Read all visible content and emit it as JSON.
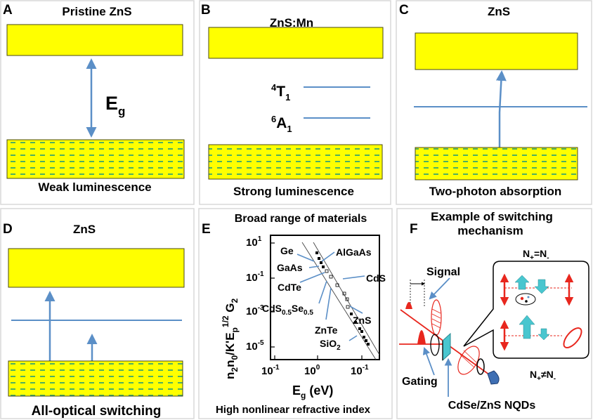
{
  "panels": {
    "A": {
      "letter": "A",
      "title": "Pristine ZnS",
      "gap_main": "E",
      "gap_sub": "g",
      "caption": "Weak luminescence"
    },
    "B": {
      "letter": "B",
      "title": "ZnS:Mn",
      "level1_sup": "4",
      "level1_main": "T",
      "level1_sub": "1",
      "level2_sup": "6",
      "level2_main": "A",
      "level2_sub": "1",
      "caption": "Strong luminescence"
    },
    "C": {
      "letter": "C",
      "title": "ZnS",
      "caption": "Two-photon absorption"
    },
    "D": {
      "letter": "D",
      "title": "ZnS",
      "caption": "All-optical switching"
    },
    "E": {
      "letter": "E",
      "title": "Broad range of materials",
      "caption": "High nonlinear refractive index",
      "ylabel_a": "n",
      "ylabel_a_sub": "2",
      "ylabel_b": "n",
      "ylabel_b_sub": "0",
      "ylabel_c": "/K'E",
      "ylabel_c_sub": "p",
      "ylabel_c_sup": "1/2",
      "ylabel_d": " G",
      "ylabel_d_sub": "2",
      "xlabel_main": "E",
      "xlabel_sub": "g",
      "xlabel_unit": " (eV)",
      "yticks": [
        {
          "base": "10",
          "exp": "1"
        },
        {
          "base": "10",
          "exp": "-1"
        },
        {
          "base": "10",
          "exp": "-3"
        },
        {
          "base": "10",
          "exp": "-5"
        }
      ],
      "xticks": [
        {
          "base": "10",
          "exp": "-1"
        },
        {
          "base": "10",
          "exp": "0"
        },
        {
          "base": "10",
          "exp": "-1"
        }
      ],
      "materials": {
        "ge": "Ge",
        "algaas": "AlGaAs",
        "gaas": "GaAs",
        "cds": "CdS",
        "cdte": "CdTe",
        "cdsse_a": "CdS",
        "cdsse_a_sub": "0.5",
        "cdsse_b": "Se",
        "cdsse_b_sub": "0.5",
        "zns": "ZnS",
        "znte": "ZnTe",
        "sio": "SiO",
        "sio_sub": "2"
      }
    },
    "F": {
      "letter": "F",
      "title_line1": "Example of switching",
      "title_line2": "mechanism",
      "eq_top_a": "N",
      "eq_top_a_sub": "+",
      "eq_top_b": "=N",
      "eq_top_b_sub": "-",
      "eq_bot_a": "N",
      "eq_bot_a_sub": "+",
      "eq_bot_b": "≠N",
      "eq_bot_b_sub": "-",
      "signal": "Signal",
      "gating": "Gating",
      "nqd": "CdSe/ZnS NQDs"
    }
  },
  "colors": {
    "band_yellow": "#ffff00",
    "band_stroke": "#4a4a10",
    "dash_green": "#3aa86b",
    "arrow_blue": "#5b8fc7",
    "red": "#e8271e",
    "cyan": "#49c6cf"
  }
}
